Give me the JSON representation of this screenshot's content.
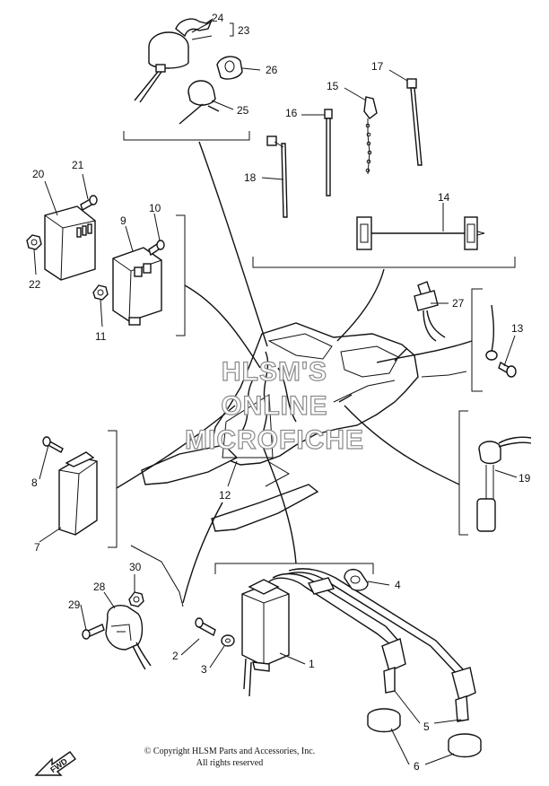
{
  "callouts": [
    "1",
    "2",
    "3",
    "4",
    "5",
    "6",
    "7",
    "8",
    "9",
    "10",
    "11",
    "12",
    "13",
    "14",
    "15",
    "16",
    "17",
    "18",
    "19",
    "20",
    "21",
    "22",
    "23",
    "24",
    "25",
    "26",
    "27",
    "28",
    "29",
    "30"
  ],
  "watermark": {
    "line1": "HLSM'S",
    "line2": "ONLINE",
    "line3": "MICROFICHE"
  },
  "copyright": {
    "line1": "© Copyright HLSM Parts and Accessories, Inc.",
    "line2": "All rights reserved"
  },
  "fwd_label": "FWD"
}
